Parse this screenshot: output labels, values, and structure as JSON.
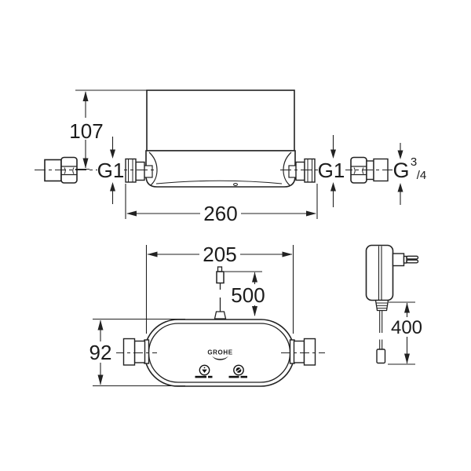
{
  "page": {
    "background": "#ffffff",
    "line_color": "#222222",
    "text_color": "#1c1c1c"
  },
  "drawing": {
    "kind": "technical-dimension-drawing",
    "front_view": {
      "dim_height": "107",
      "dim_width": "260",
      "thread_left": "G1",
      "thread_right": "G1",
      "fitting_thread_main": "G",
      "fitting_thread_sup": "3",
      "fitting_thread_sub": "/4"
    },
    "plan_view": {
      "dim_body_width": "205",
      "dim_sensor_cable": "500",
      "dim_body_depth": "92",
      "brand": "GROHE"
    },
    "adapter": {
      "dim_cable_length": "400"
    },
    "icons": {
      "left_button": "arrow-down-circle-icon",
      "right_button": "water-shutoff-circle-icon",
      "wreath": "grohe-laurel-icon"
    }
  }
}
